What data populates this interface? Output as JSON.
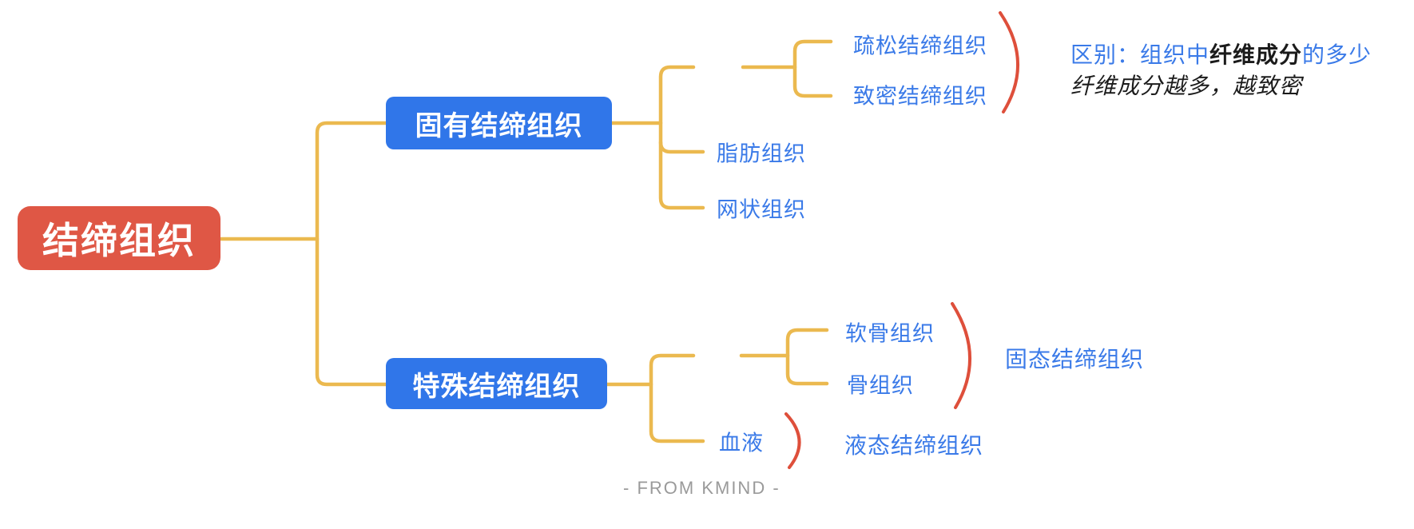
{
  "theme": {
    "root_bg": "#DF5745",
    "node_bg": "#3076E9",
    "leaf_text": "#3A7AE8",
    "line": "#EBB94F",
    "brace": "#DE4F3B",
    "annotation_dark": "#1b1b1b",
    "footer_gray": "#9a9a9a",
    "canvas_bg": "#ffffff"
  },
  "mindmap": {
    "root": "结缔组织",
    "branch_proper": {
      "label": "固有结缔组织",
      "children": [
        "疏松结缔组织",
        "致密结缔组织",
        "脂肪组织",
        "网状组织"
      ]
    },
    "branch_special": {
      "label": "特殊结缔组织",
      "children": [
        "软骨组织",
        "骨组织",
        "血液"
      ],
      "solid_note": "固态结缔组织",
      "liquid_note": "液态结缔组织"
    },
    "annotation": {
      "line1_prefix": "区别：组织中",
      "line1_bold": "纤维成分",
      "line1_suffix": "的多少",
      "line2": "纤维成分越多，越致密"
    },
    "footer": "- FROM KMIND -"
  }
}
